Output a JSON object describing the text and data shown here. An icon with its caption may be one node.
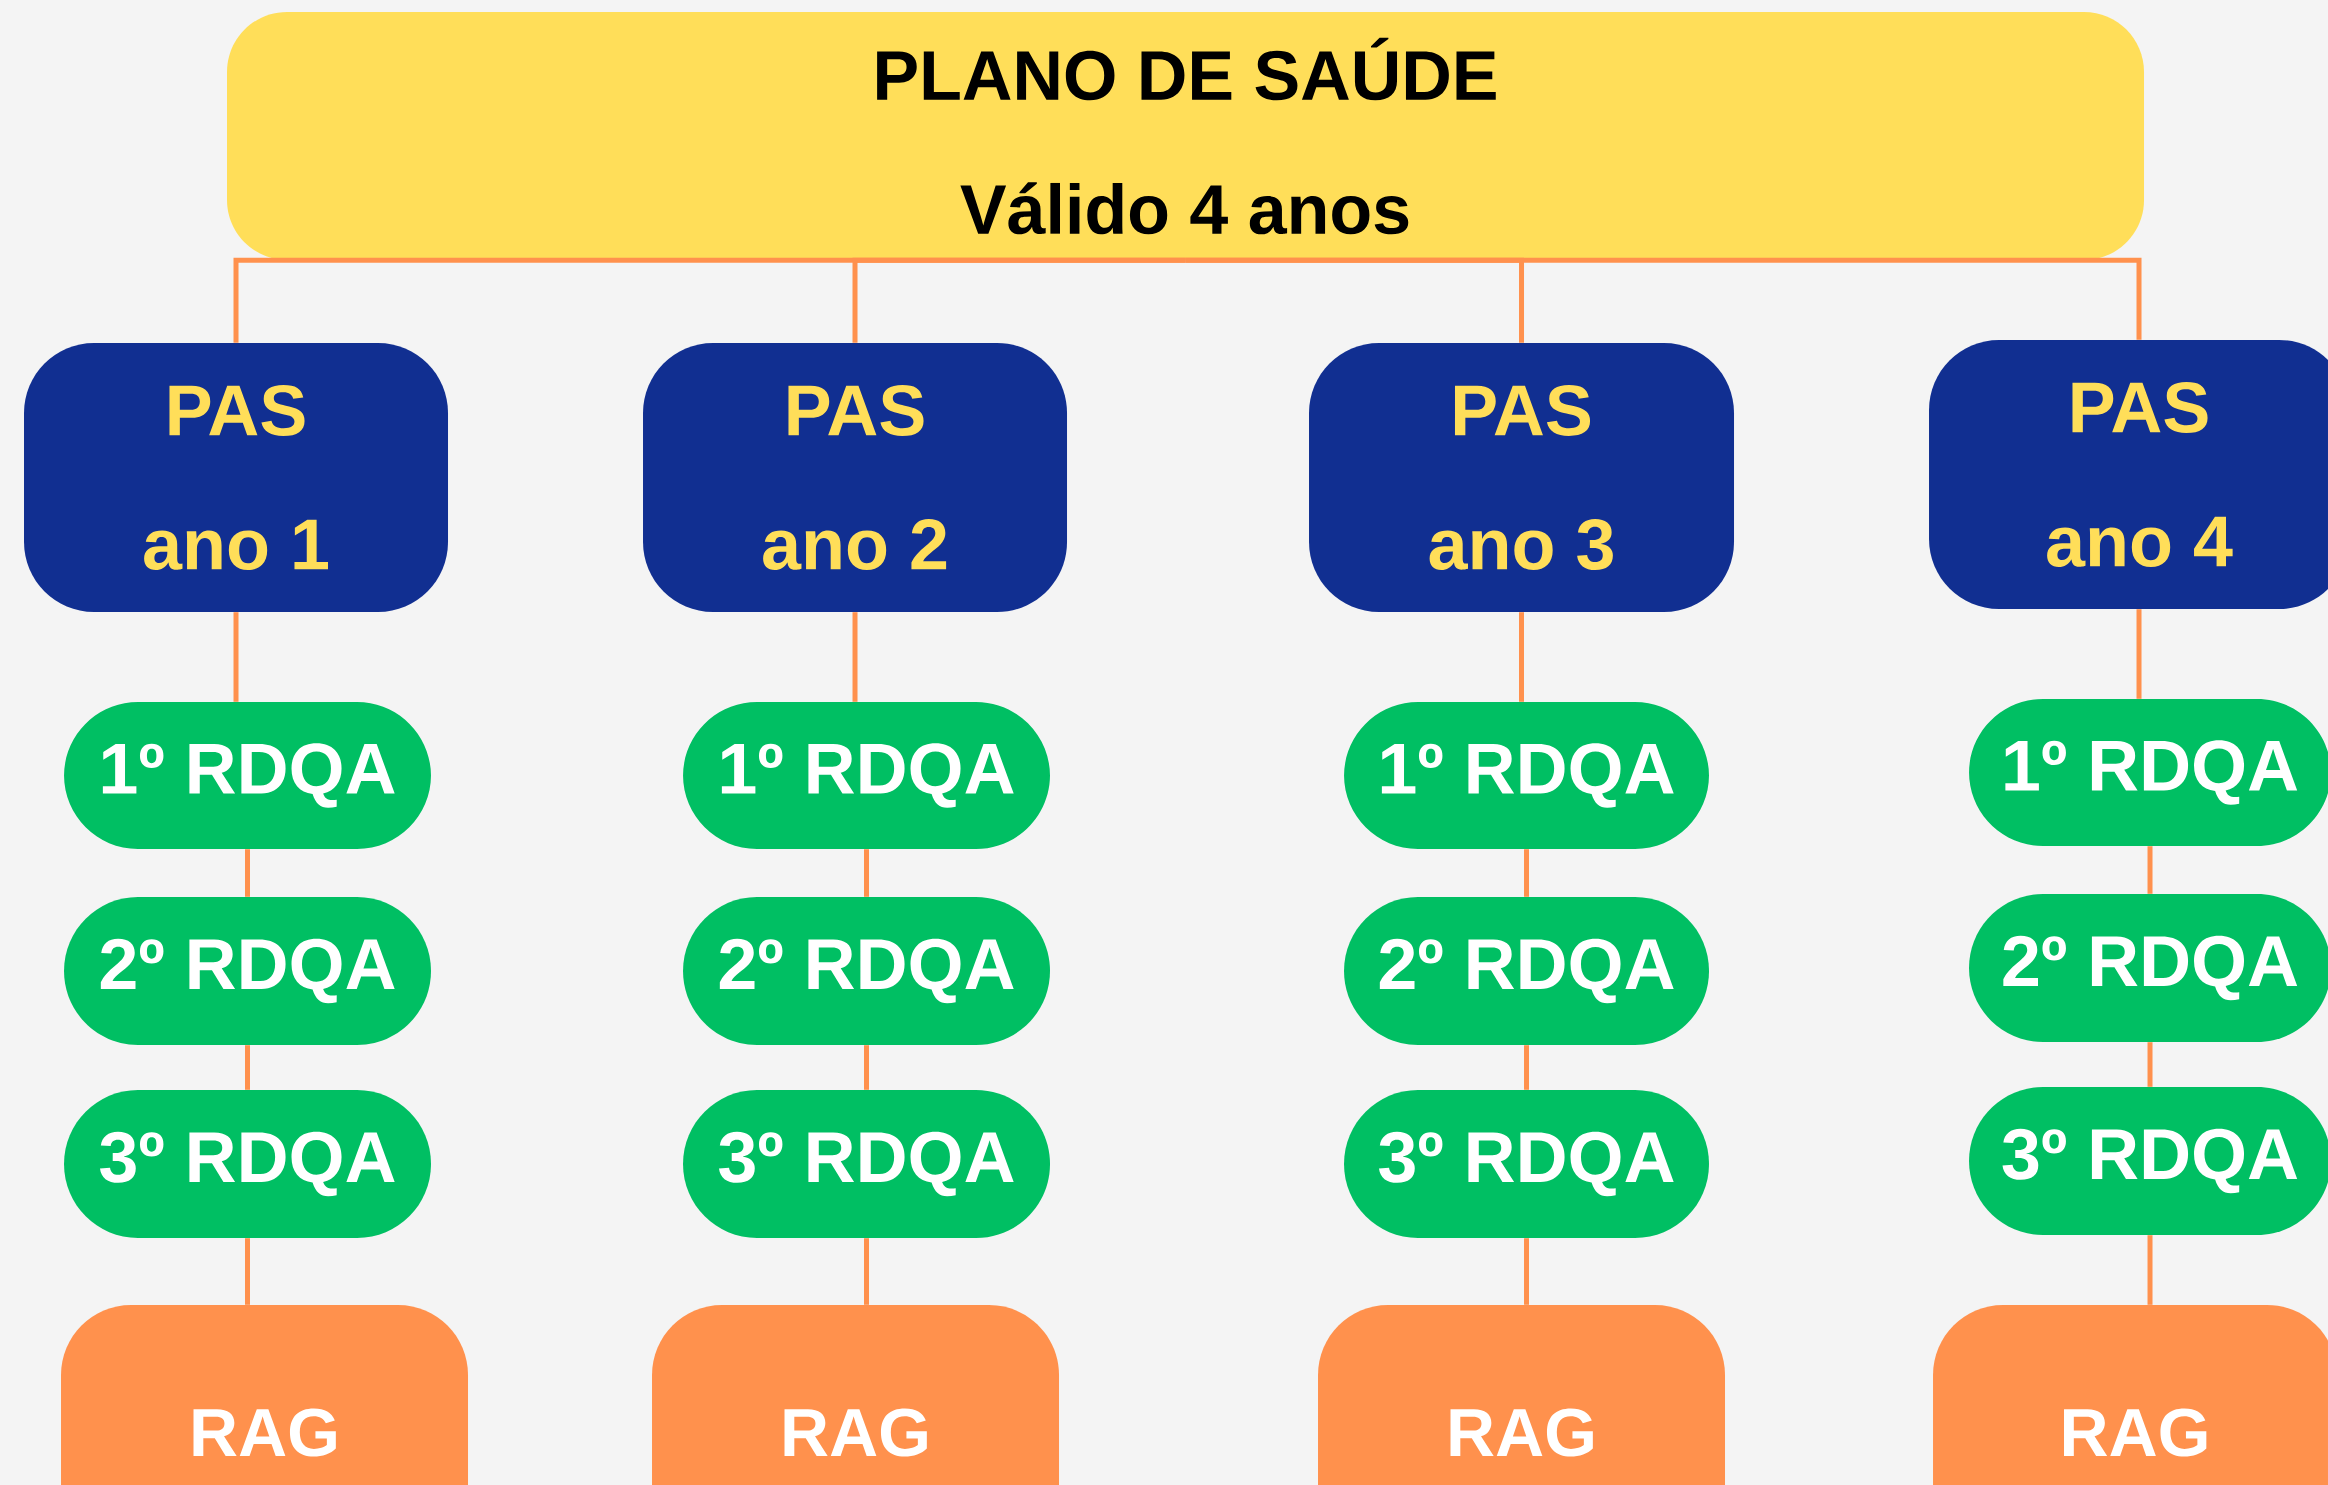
{
  "diagram": {
    "nodes": [
      {
        "text": [
          "PLANO DE SAÚDE",
          "Válido 4 anos"
        ]
      },
      {
        "text": [
          "PAS",
          "ano 1"
        ]
      },
      {
        "text": [
          "1º RDQA"
        ]
      },
      {
        "text": [
          "2º RDQA"
        ]
      },
      {
        "text": [
          "3º RDQA"
        ]
      },
      {
        "text": [
          "RAG"
        ]
      },
      {
        "text": [
          "PAS",
          "ano 2"
        ]
      },
      {
        "text": [
          "1º RDQA"
        ]
      },
      {
        "text": [
          "2º RDQA"
        ]
      },
      {
        "text": [
          "3º RDQA"
        ]
      },
      {
        "text": [
          "RAG"
        ]
      },
      {
        "text": [
          "PAS",
          "ano 3"
        ]
      },
      {
        "text": [
          "1º RDQA"
        ]
      },
      {
        "text": [
          "2º RDQA"
        ]
      },
      {
        "text": [
          "3º RDQA"
        ]
      },
      {
        "text": [
          "RAG"
        ]
      },
      {
        "text": [
          "PAS",
          "ano 4"
        ]
      },
      {
        "text": [
          "1º RDQA"
        ]
      },
      {
        "text": [
          "2º RDQA"
        ]
      },
      {
        "text": [
          "3º RDQA"
        ]
      },
      {
        "text": [
          "RAG"
        ]
      }
    ],
    "edges": [
      {
        "from": 0,
        "to": 1,
        "arrow": "none"
      },
      {
        "from": 0,
        "to": 6,
        "arrow": "none"
      },
      {
        "from": 0,
        "to": 11,
        "arrow": "none"
      },
      {
        "from": 0,
        "to": 16,
        "arrow": "none"
      },
      {
        "from": 1,
        "to": 2,
        "arrow": "none"
      },
      {
        "from": 2,
        "to": 3,
        "arrow": "none"
      },
      {
        "from": 3,
        "to": 4,
        "arrow": "none"
      },
      {
        "from": 4,
        "to": 5,
        "arrow": "none"
      },
      {
        "from": 6,
        "to": 7,
        "arrow": "none"
      },
      {
        "from": 7,
        "to": 8,
        "arrow": "none"
      },
      {
        "from": 8,
        "to": 9,
        "arrow": "none"
      },
      {
        "from": 9,
        "to": 10,
        "arrow": "none"
      },
      {
        "from": 11,
        "to": 12,
        "arrow": "none"
      },
      {
        "from": 12,
        "to": 13,
        "arrow": "none"
      },
      {
        "from": 13,
        "to": 14,
        "arrow": "none"
      },
      {
        "from": 14,
        "to": 15,
        "arrow": "none"
      },
      {
        "from": 16,
        "to": 17,
        "arrow": "none"
      },
      {
        "from": 17,
        "to": 18,
        "arrow": "none"
      },
      {
        "from": 18,
        "to": 19,
        "arrow": "none"
      },
      {
        "from": 19,
        "to": 20,
        "arrow": "none"
      }
    ]
  }
}
